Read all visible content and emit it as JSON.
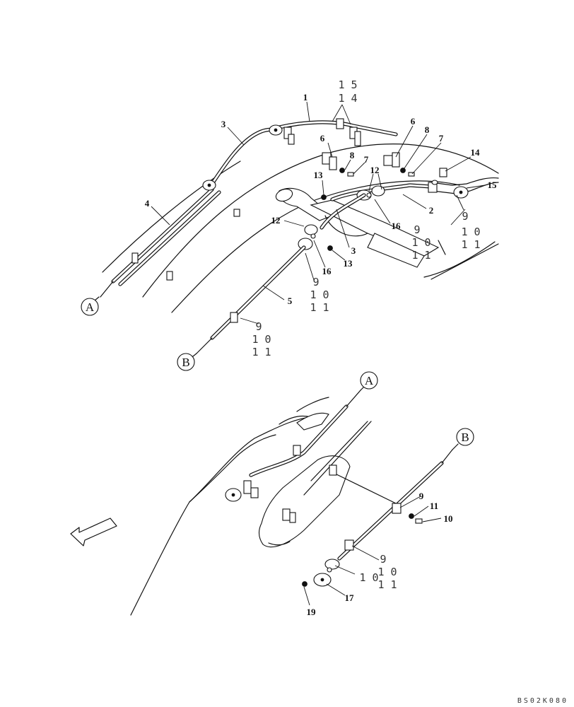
{
  "labels": {
    "top": {
      "p1": "1",
      "p15": "1 5",
      "p14": "1 4",
      "p3a": "3",
      "p4": "4",
      "p6a": "6",
      "p8a": "8",
      "p7a": "7",
      "p6b": "6",
      "p8b": "8",
      "p7b": "7",
      "p14b": "14",
      "p15b": "15",
      "p13a": "13",
      "p12a": "12",
      "p2": "2",
      "p9a": "9",
      "p10a": "1 0",
      "p11a": "1 1",
      "p12b": "12",
      "p16a": "16",
      "p9b": "9",
      "p10b": "1 0",
      "p11b": "1 1",
      "p3b": "3",
      "p13b": "13",
      "p16b": "16",
      "p9c": "9",
      "p10c": "1 0",
      "p11c": "1 1",
      "p5": "5",
      "p9d": "9",
      "p10d": "1 0",
      "p11d": "1 1"
    },
    "bottom": {
      "p9": "9",
      "p11": "11",
      "p10": "10",
      "p9m": "9",
      "p10m": "1 0",
      "p11m": "1 1",
      "p10x": "1 0",
      "p17": "17",
      "p19": "19"
    }
  },
  "markers": {
    "a_top": "A",
    "b_top": "B",
    "a_bottom": "A",
    "b_bottom": "B"
  },
  "drawing_code": "BS02K080"
}
